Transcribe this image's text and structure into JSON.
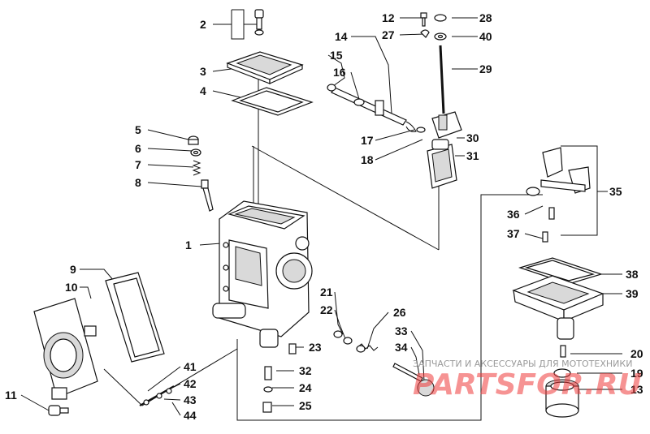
{
  "callouts": [
    "1",
    "2",
    "3",
    "4",
    "5",
    "6",
    "7",
    "8",
    "9",
    "10",
    "11",
    "12",
    "13",
    "14",
    "15",
    "16",
    "17",
    "18",
    "19",
    "20",
    "21",
    "22",
    "23",
    "24",
    "25",
    "26",
    "27",
    "28",
    "29",
    "30",
    "31",
    "32",
    "33",
    "34",
    "35",
    "36",
    "37",
    "38",
    "39",
    "40",
    "41",
    "42",
    "43",
    "44"
  ],
  "watermark": {
    "line1": "ЗАПЧАСТИ И АКСЕССУАРЫ ДЛЯ МОТОТЕХНИКИ",
    "line2": "PARTSFOR.RU"
  }
}
